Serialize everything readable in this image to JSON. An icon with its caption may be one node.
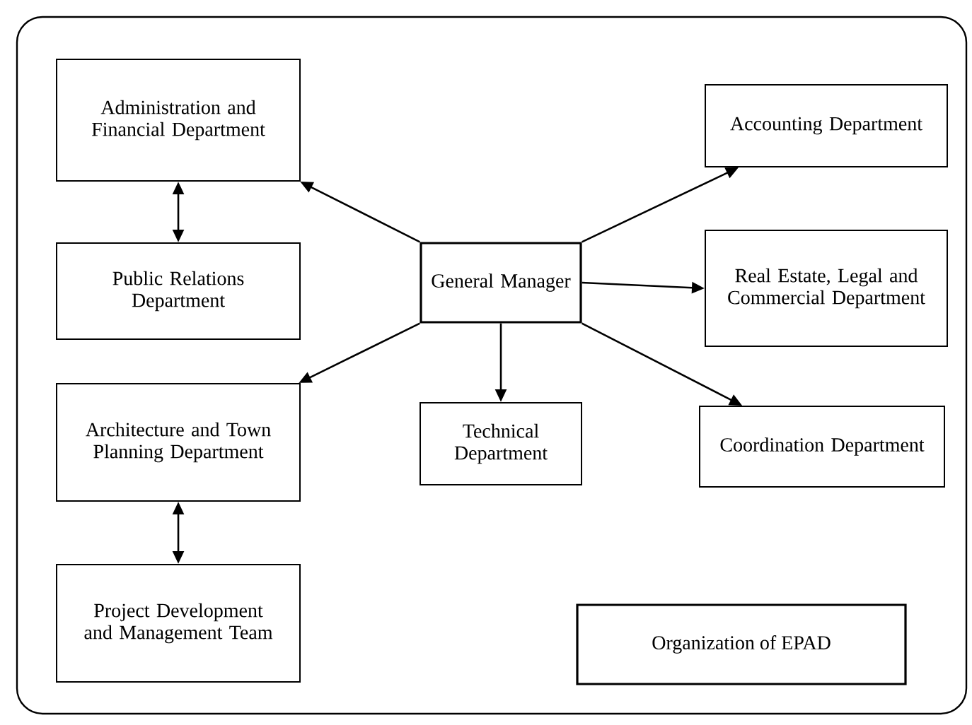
{
  "diagram": {
    "title": "Organization of EPAD",
    "nodes": [
      {
        "text": [
          "Administration and Financial Department"
        ]
      },
      {
        "text": [
          "Public Relations Department"
        ]
      },
      {
        "text": [
          "Architecture and Town Planning Department"
        ]
      },
      {
        "text": [
          "Project Development and Management Team"
        ]
      },
      {
        "text": [
          "General Manager"
        ]
      },
      {
        "text": [
          "Technical Department"
        ]
      },
      {
        "text": [
          "Accounting Department"
        ]
      },
      {
        "text": [
          "Real Estate, Legal and Commercial Department"
        ]
      },
      {
        "text": [
          "Coordination Department"
        ]
      }
    ],
    "edges": [
      {
        "from": 4,
        "to": 0,
        "arrow": "to"
      },
      {
        "from": 0,
        "to": 1,
        "arrow": "both"
      },
      {
        "from": 4,
        "to": 2,
        "arrow": "to"
      },
      {
        "from": 2,
        "to": 3,
        "arrow": "both"
      },
      {
        "from": 4,
        "to": 6,
        "arrow": "to"
      },
      {
        "from": 4,
        "to": 7,
        "arrow": "to"
      },
      {
        "from": 4,
        "to": 5,
        "arrow": "to"
      },
      {
        "from": 4,
        "to": 8,
        "arrow": "to"
      }
    ]
  }
}
